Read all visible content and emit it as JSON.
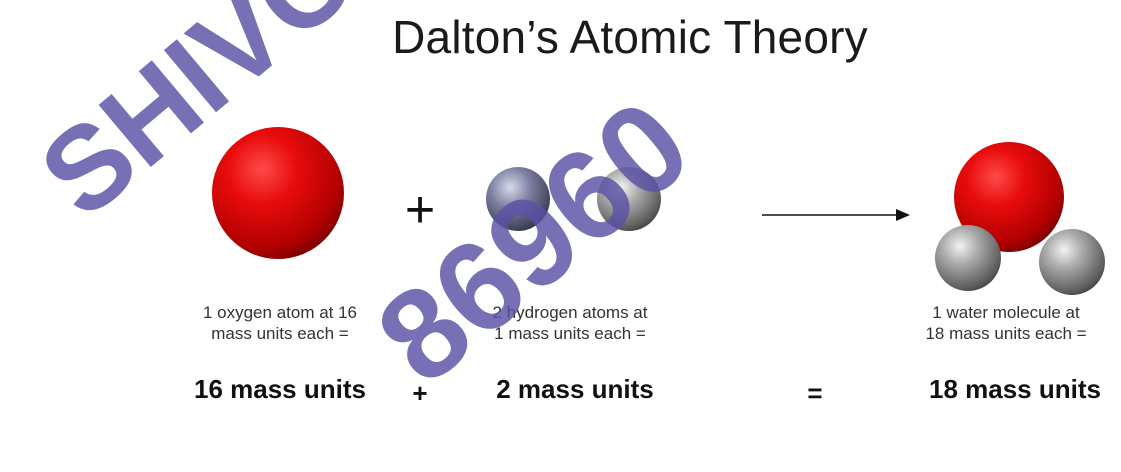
{
  "title": "Dalton’s Atomic Theory",
  "operators": {
    "plus_large": "+",
    "plus_small": "+",
    "equals": "="
  },
  "labels": {
    "oxygen": [
      "1 oxygen atom at 16",
      "mass units each ="
    ],
    "hydrogen": [
      "2 hydrogen atoms at",
      "1 mass units each ="
    ],
    "water": [
      "1 water molecule at",
      "18 mass units each ="
    ]
  },
  "totals": {
    "oxygen": "16 mass units",
    "hydrogen": "2 mass units",
    "water": "18 mass units"
  },
  "watermark": {
    "line1": "SHIVOM",
    "line2": "86960"
  },
  "colors": {
    "oxygen": "#d40000",
    "hydrogen": "#8a8a8a",
    "watermark": "#5a50a5"
  }
}
